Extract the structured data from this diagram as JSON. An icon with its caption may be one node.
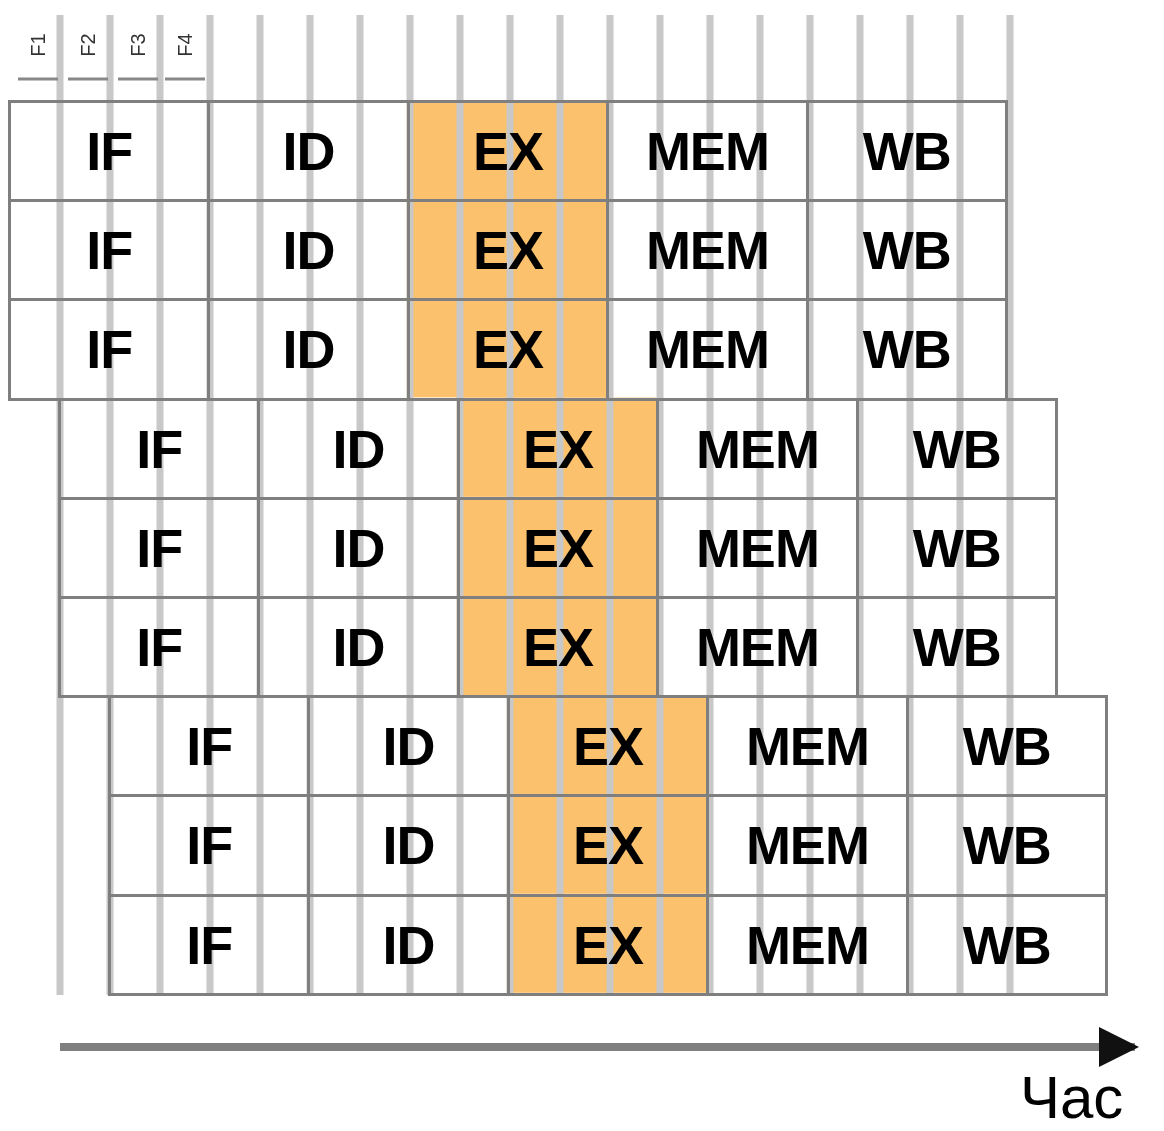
{
  "diagram": {
    "nodes": [
      {
        "text": [
          "IF"
        ]
      },
      {
        "text": [
          "ID"
        ]
      },
      {
        "text": [
          "EX"
        ]
      },
      {
        "text": [
          "MEM"
        ]
      },
      {
        "text": [
          "WB"
        ]
      },
      {
        "text": [
          "IF"
        ]
      },
      {
        "text": [
          "ID"
        ]
      },
      {
        "text": [
          "EX"
        ]
      },
      {
        "text": [
          "MEM"
        ]
      },
      {
        "text": [
          "WB"
        ]
      },
      {
        "text": [
          "IF"
        ]
      },
      {
        "text": [
          "ID"
        ]
      },
      {
        "text": [
          "EX"
        ]
      },
      {
        "text": [
          "MEM"
        ]
      },
      {
        "text": [
          "WB"
        ]
      },
      {
        "text": [
          "IF"
        ]
      },
      {
        "text": [
          "ID"
        ]
      },
      {
        "text": [
          "EX"
        ]
      },
      {
        "text": [
          "MEM"
        ]
      },
      {
        "text": [
          "WB"
        ]
      },
      {
        "text": [
          "IF"
        ]
      },
      {
        "text": [
          "ID"
        ]
      },
      {
        "text": [
          "EX"
        ]
      },
      {
        "text": [
          "MEM"
        ]
      },
      {
        "text": [
          "WB"
        ]
      },
      {
        "text": [
          "IF"
        ]
      },
      {
        "text": [
          "ID"
        ]
      },
      {
        "text": [
          "EX"
        ]
      },
      {
        "text": [
          "MEM"
        ]
      },
      {
        "text": [
          "WB"
        ]
      },
      {
        "text": [
          "IF"
        ]
      },
      {
        "text": [
          "ID"
        ]
      },
      {
        "text": [
          "EX"
        ]
      },
      {
        "text": [
          "MEM"
        ]
      },
      {
        "text": [
          "WB"
        ]
      },
      {
        "text": [
          "IF"
        ]
      },
      {
        "text": [
          "ID"
        ]
      },
      {
        "text": [
          "EX"
        ]
      },
      {
        "text": [
          "MEM"
        ]
      },
      {
        "text": [
          "WB"
        ]
      },
      {
        "text": [
          "IF"
        ]
      },
      {
        "text": [
          "ID"
        ]
      },
      {
        "text": [
          "EX"
        ]
      },
      {
        "text": [
          "MEM"
        ]
      },
      {
        "text": [
          "WB"
        ]
      }
    ],
    "labels": [
      "F1",
      "F2",
      "F3",
      "F4",
      "Час"
    ]
  }
}
